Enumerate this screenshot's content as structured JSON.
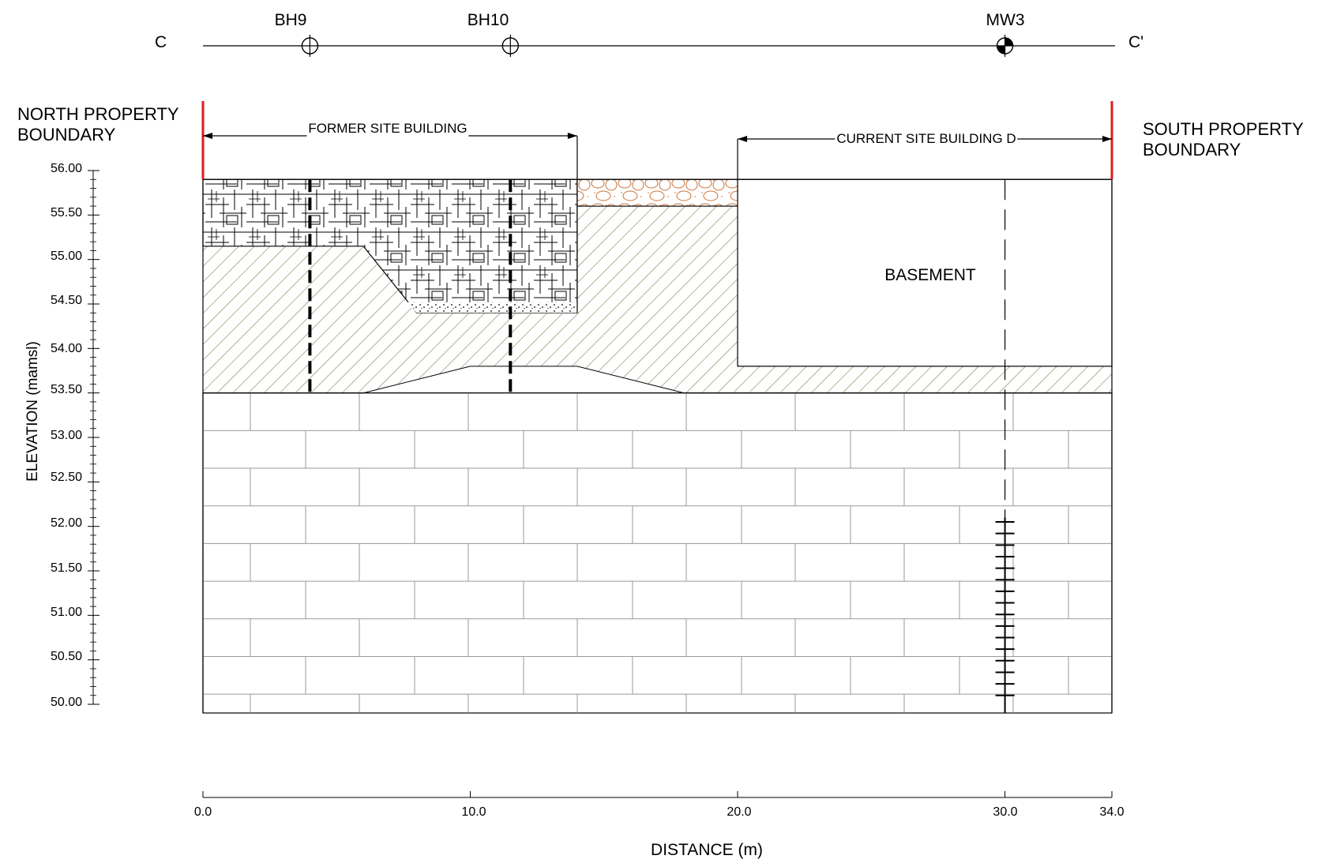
{
  "section": {
    "left_label": "C",
    "right_label": "C'"
  },
  "wells": [
    {
      "name": "BH9",
      "distance": 4,
      "symbol": "borehole"
    },
    {
      "name": "BH10",
      "distance": 11.5,
      "symbol": "borehole"
    },
    {
      "name": "MW3",
      "distance": 30,
      "symbol": "monitoring-well"
    }
  ],
  "boundaries": {
    "north": {
      "line1": "NORTH PROPERTY",
      "line2": "BOUNDARY"
    },
    "south": {
      "line1": "SOUTH PROPERTY",
      "line2": "BOUNDARY"
    }
  },
  "buildings": {
    "former": {
      "label": "FORMER SITE BUILDING",
      "from": 0,
      "to": 14
    },
    "current": {
      "label": "CURRENT SITE BUILDING D",
      "from": 20,
      "to": 34
    },
    "basement": {
      "label": "BASEMENT",
      "from": 20,
      "to": 34,
      "floor_elevation": 53.8
    }
  },
  "axes": {
    "y_label": "ELEVATION (mamsl)",
    "x_label": "DISTANCE (m)",
    "y_ticks": [
      "56.00",
      "55.50",
      "55.00",
      "54.50",
      "54.00",
      "53.50",
      "53.00",
      "52.50",
      "52.00",
      "51.50",
      "51.00",
      "50.50",
      "50.00"
    ],
    "x_ticks": [
      "0.0",
      "10.0",
      "20.0",
      "30.0",
      "34.0"
    ],
    "x_range": [
      0,
      34
    ],
    "y_range": [
      49.9,
      55.9
    ]
  },
  "layers": {
    "ground_surface": 55.9,
    "fill_base": 55.15,
    "pit_base": 54.4,
    "surface_material_base": 55.6,
    "bedrock_top": 53.5,
    "bedrock_hump_top": 53.8
  },
  "colors": {
    "boundary": "#e31a1c",
    "overburden_hatch": "#8a7a55",
    "surface_stone": "#c8733a",
    "line": "#000000",
    "bedrock_joint": "#9a9a9a"
  }
}
